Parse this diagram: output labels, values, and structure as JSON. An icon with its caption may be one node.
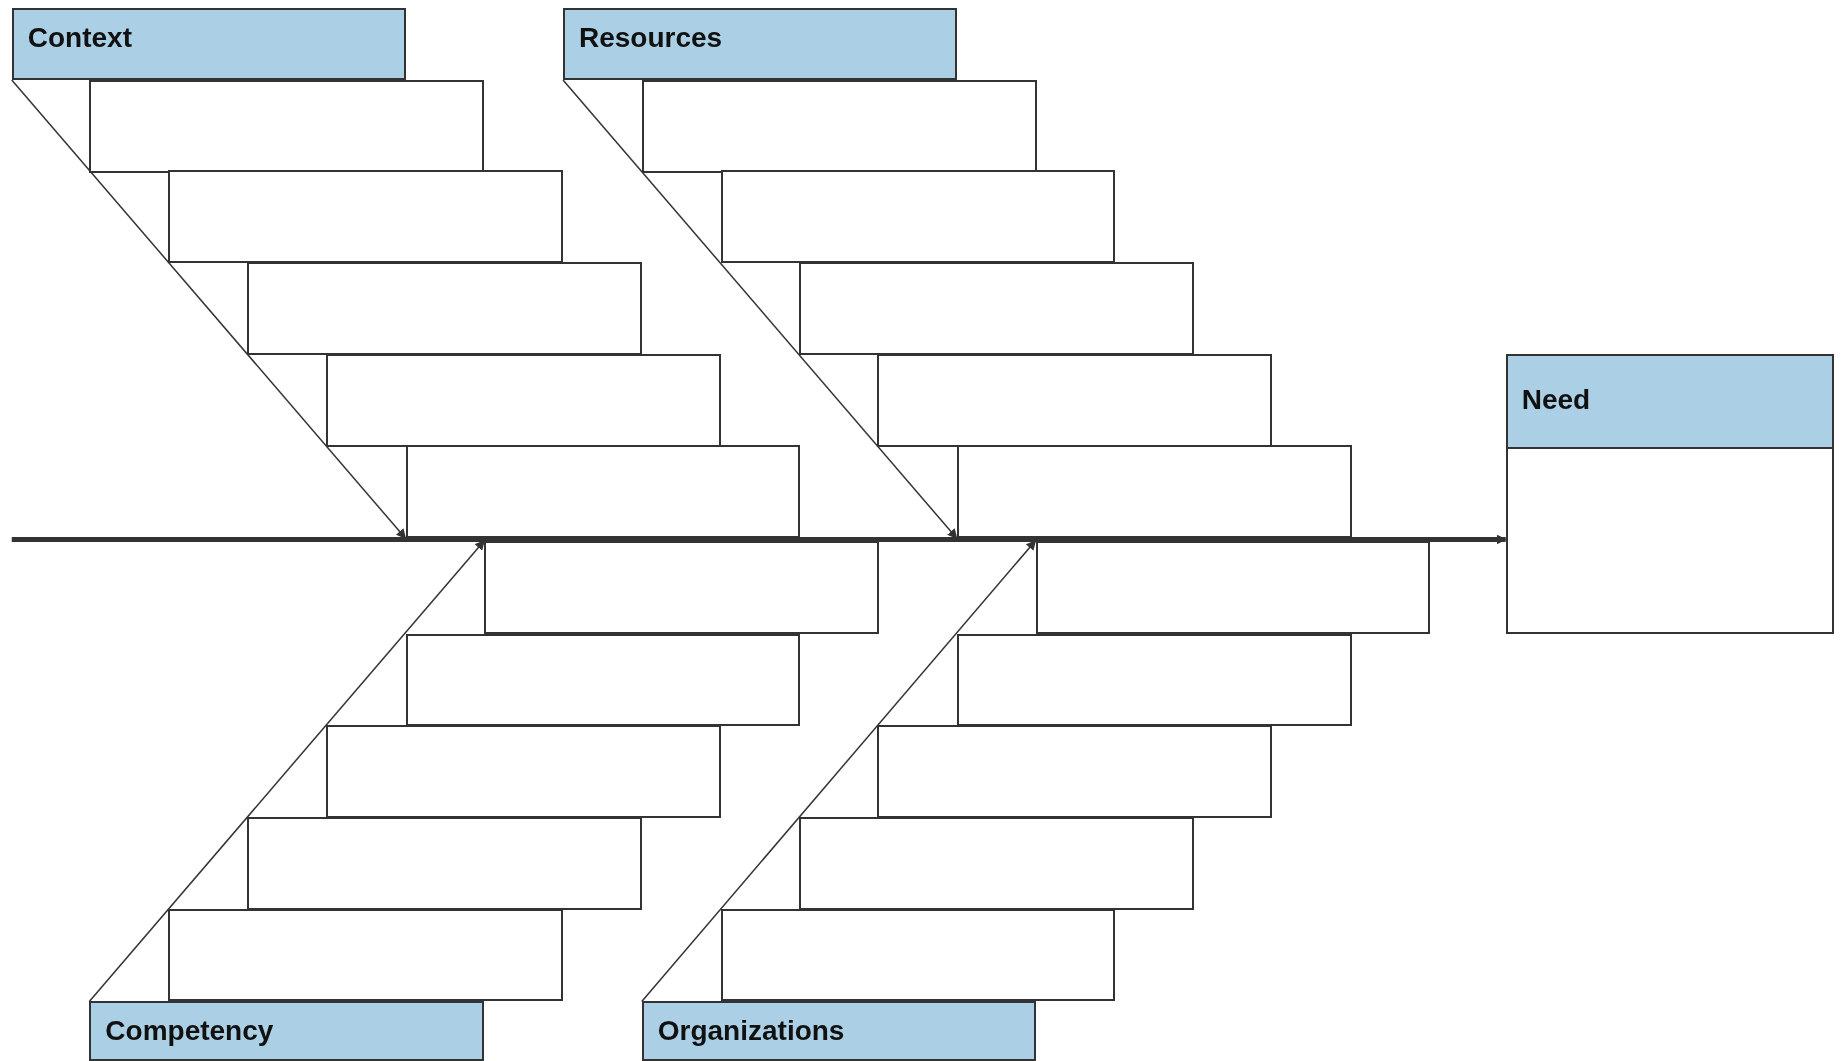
{
  "diagram": {
    "nodes": [
      {
        "text": [
          "Context"
        ]
      },
      {
        "text": [],
        "shape": "box"
      },
      {
        "text": [],
        "shape": "box"
      },
      {
        "text": [],
        "shape": "box"
      },
      {
        "text": [],
        "shape": "box"
      },
      {
        "text": [],
        "shape": "box"
      },
      {
        "text": [
          "Resources"
        ]
      },
      {
        "text": [],
        "shape": "box"
      },
      {
        "text": [],
        "shape": "box"
      },
      {
        "text": [],
        "shape": "box"
      },
      {
        "text": [],
        "shape": "box"
      },
      {
        "text": [],
        "shape": "box"
      },
      {
        "text": [
          "Need"
        ]
      },
      {
        "text": [],
        "shape": "box"
      },
      {
        "text": [],
        "shape": "box"
      },
      {
        "text": [],
        "shape": "box"
      },
      {
        "text": [],
        "shape": "box"
      },
      {
        "text": [],
        "shape": "box"
      },
      {
        "text": [
          "Competency"
        ]
      },
      {
        "text": [],
        "shape": "box"
      },
      {
        "text": [],
        "shape": "box"
      },
      {
        "text": [],
        "shape": "box"
      },
      {
        "text": [],
        "shape": "box"
      },
      {
        "text": [],
        "shape": "box"
      },
      {
        "text": [
          "Organizations"
        ]
      }
    ],
    "edges": [
      {
        "from": 0,
        "to": 5,
        "arrow": "to"
      },
      {
        "from": 6,
        "to": 11,
        "arrow": "to"
      },
      {
        "from": 18,
        "to": 13,
        "arrow": "to"
      },
      {
        "from": 24,
        "to": 19,
        "arrow": "to"
      },
      {
        "from": null,
        "to": 12,
        "arrow": "to",
        "style": "thick"
      }
    ]
  }
}
